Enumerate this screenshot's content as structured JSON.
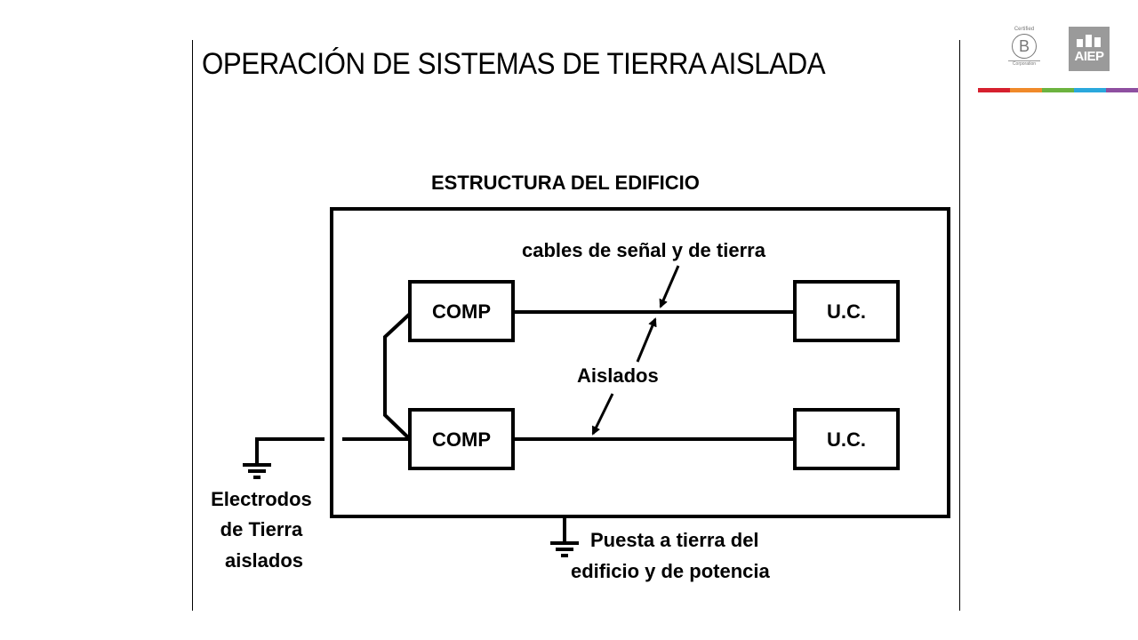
{
  "slide": {
    "title": "OPERACIÓN DE SISTEMAS DE TIERRA AISLADA"
  },
  "diagram": {
    "building_label": "ESTRUCTURA DEL EDIFICIO",
    "cables_label": "cables de señal y de tierra",
    "aislados_label": "Aislados",
    "comp_top": "COMP",
    "comp_bottom": "COMP",
    "uc_top": "U.C.",
    "uc_bottom": "U.C.",
    "electrodes_label": [
      "Electrodos",
      "de Tierra",
      "aislados"
    ],
    "building_ground_label": [
      "Puesta a tierra del",
      "edificio y de potencia"
    ]
  },
  "logos": {
    "bcorp": {
      "top_text": "Certified",
      "letter": "B",
      "bottom_text": "Corporation"
    },
    "aiep": {
      "word": "AIEP",
      "color": "#9a9a9a"
    }
  },
  "color_strip": [
    "#d6202e",
    "#f08a2a",
    "#6cb33f",
    "#2aa8dc",
    "#8e4fa0"
  ]
}
